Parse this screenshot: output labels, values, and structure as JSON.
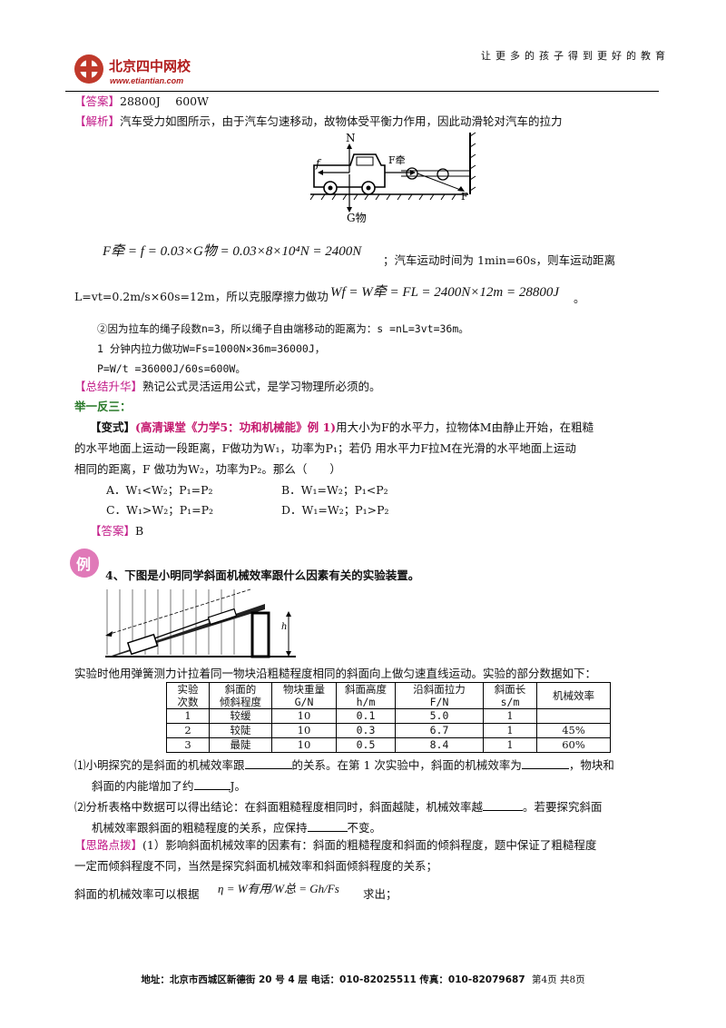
{
  "header": {
    "logo_text": "北京四中网校",
    "logo_url": "www.etiantian.com",
    "slogan": "让更多的孩子得到更好的教育"
  },
  "answer1": {
    "tag": "【答案】",
    "text": "28800J　 600W"
  },
  "analysis": {
    "tag": "【解析】",
    "text": "汽车受力如图所示，由于汽车匀速移动，故物体受平衡力作用，因此动滑轮对汽车的拉力"
  },
  "figure1": {
    "labels": [
      "N",
      "f",
      "F牵",
      "F",
      "G物"
    ]
  },
  "eq1": {
    "formula": "F牵 = f = 0.03×G物 = 0.03×8×10⁴N = 2400N",
    "text": "；汽车运动时间为 1min=60s，则车运动距离"
  },
  "eq2": {
    "prefix": "L=vt=0.2m/s×60s=12m，所以克服摩擦力做功",
    "formula": "Wf = W牵 = FL = 2400N×12m = 28800J",
    "suffix": "。"
  },
  "lines": {
    "l1": "②因为拉车的绳子段数n=3，所以绳子自由端移动的距离为：s =nL=3vt=36m。",
    "l2": "1 分钟内拉力做功W=Fs=1000N×36m=36000J，",
    "l3": "P=W/t =36000J/60s=600W。"
  },
  "summary": {
    "tag": "【总结升华】",
    "text": "熟记公式灵活运用公式，是学习物理所必须的。"
  },
  "section": {
    "title": "举一反三："
  },
  "variant": {
    "tag": "【变式】",
    "source": "(高清课堂《力学5：功和机械能》例 1)",
    "text1": "用大小为F的水平力，拉物体M由静止开始，在粗糙",
    "text2": "的水平地面上运动一段距离，F做功为W₁，功率为P₁；若仍 用水平力F拉M在光滑的水平地面上运动",
    "text3": "相同的距离，F 做功为W₂，功率为P₂。那么（　　）",
    "options": [
      "A．W₁<W₂；P₁=P₂",
      "B．W₁=W₂；P₁<P₂",
      "C．W₁>W₂；P₁=P₂",
      "D．W₁=W₂；P₁>P₂"
    ]
  },
  "answer2": {
    "tag": "【答案】",
    "text": "B"
  },
  "example": {
    "badge": "例",
    "title": "4、下图是小明同学斜面机械效率跟什么因素有关的实验装置。",
    "figure_labels": [
      "h"
    ],
    "intro": "实验时他用弹簧测力计拉着同一物块沿粗糙程度相同的斜面向上做匀速直线运动。实验的部分数据如下："
  },
  "table": {
    "headers": [
      [
        "实验",
        "次数"
      ],
      [
        "斜面的",
        "倾斜程度"
      ],
      [
        "物块重量",
        "G/N"
      ],
      [
        "斜面高度",
        "h/m"
      ],
      [
        "沿斜面拉力",
        "F/N"
      ],
      [
        "斜面长",
        "s/m"
      ],
      [
        "机械效率",
        ""
      ]
    ],
    "rows": [
      [
        "1",
        "较缓",
        "10",
        "0.1",
        "5.0",
        "1",
        ""
      ],
      [
        "2",
        "较陡",
        "10",
        "0.3",
        "6.7",
        "1",
        "45%"
      ],
      [
        "3",
        "最陡",
        "10",
        "0.5",
        "8.4",
        "1",
        "60%"
      ]
    ]
  },
  "questions": {
    "q1a": "⑴小明探究的是斜面的机械效率跟",
    "q1b": "的关系。在第 1 次实验中，斜面的机械效率为",
    "q1c": "，物块和",
    "q1d": "斜面的内能增加了约",
    "q1e": "J。",
    "q2a": "⑵分析表格中数据可以得出结论：在斜面粗糙程度相同时，斜面越陡，机械效率越",
    "q2b": "。若要探究斜面",
    "q2c": "机械效率跟斜面的粗糙程度的关系，应保持",
    "q2d": "不变。"
  },
  "hint": {
    "tag": "【思路点拨】",
    "text1": "(1）影响斜面机械效率的因素有：斜面的粗糙程度和斜面的倾斜程度，题中保证了粗糙程度",
    "text2": "一定而倾斜程度不同，当然是探究斜面机械效率和斜面倾斜程度的关系；",
    "text3": "斜面的机械效率可以根据",
    "formula": "η = W有用/W总 = Gh/Fs",
    "text4": "求出；"
  },
  "footer": {
    "address": "地址：北京市西城区新德街 20 号 4 层  电话：010-82025511  传真：010-82079687",
    "page": "第4页  共8页"
  }
}
